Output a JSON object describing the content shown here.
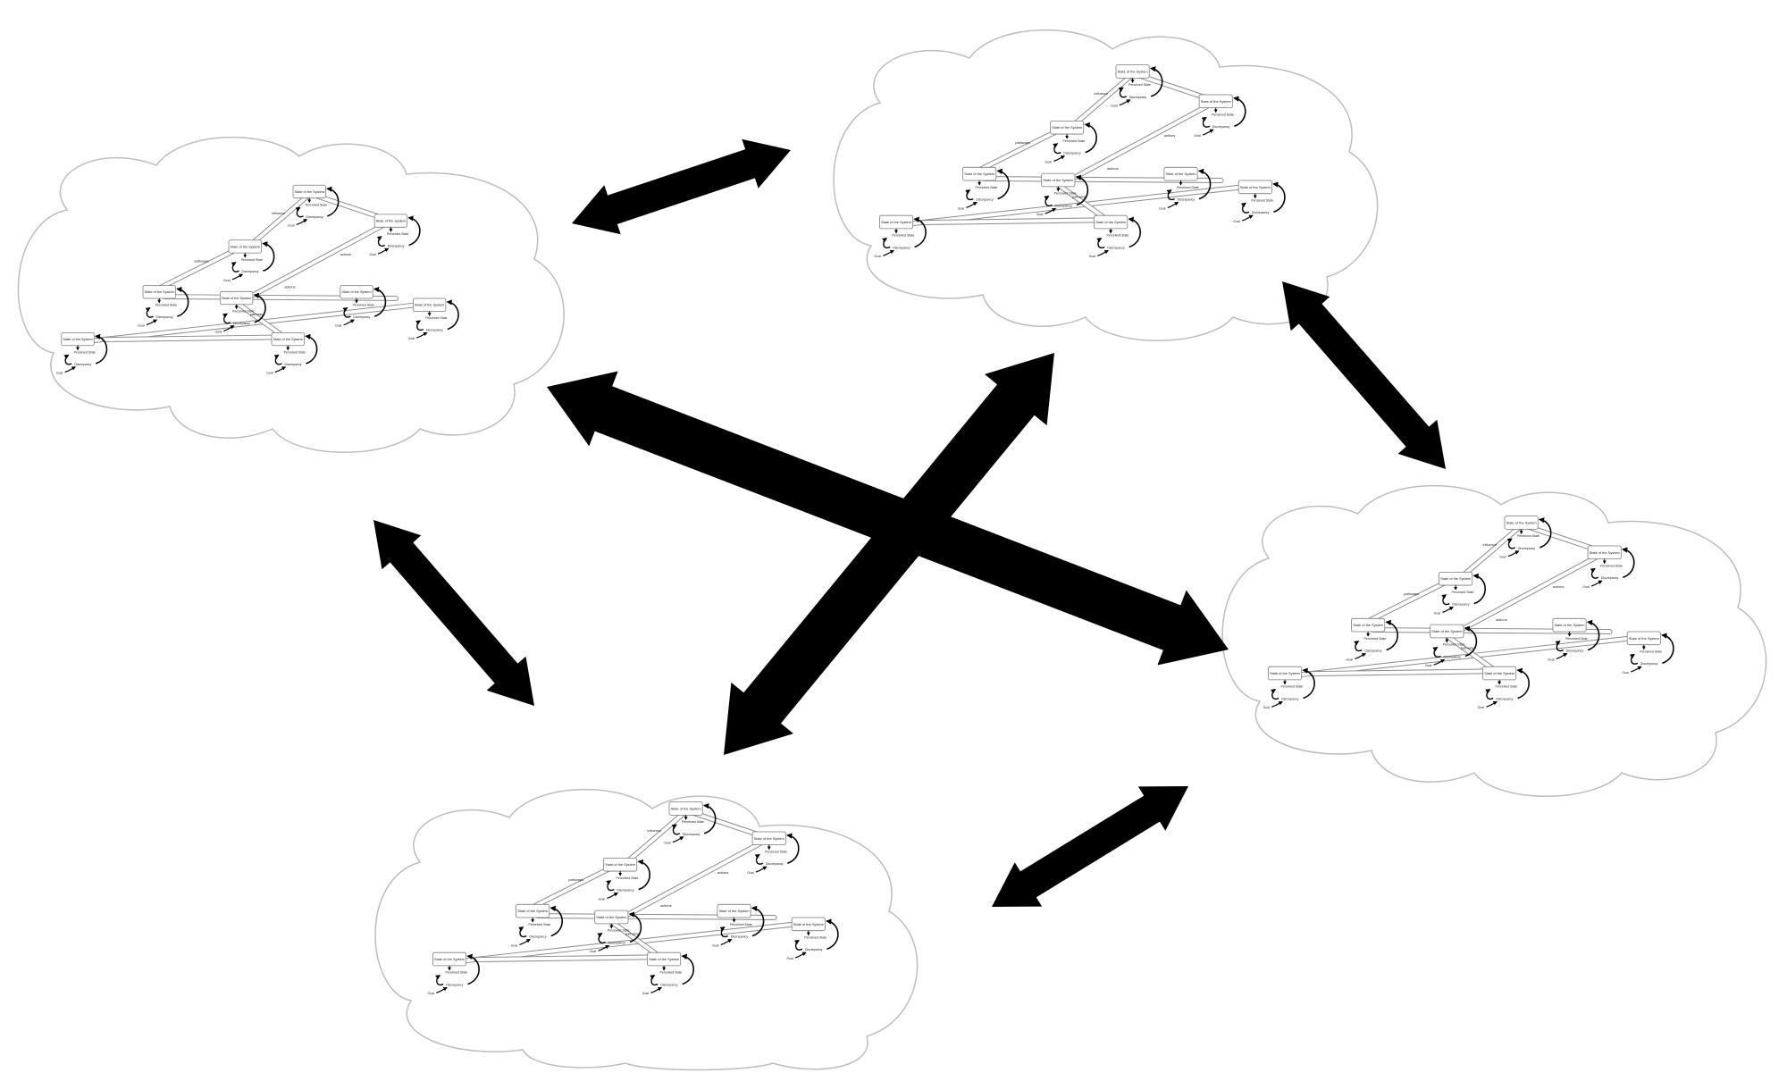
{
  "colors": {
    "arrow": "#000000",
    "cloud_stroke": "#bdbdbd",
    "box_stroke": "#7a7a7a",
    "text": "#222222"
  },
  "clouds": [
    {
      "id": "cloud-top-left"
    },
    {
      "id": "cloud-top-right"
    },
    {
      "id": "cloud-middle-right"
    },
    {
      "id": "cloud-bottom"
    }
  ],
  "mini_diagram": {
    "box_label": "State of the System",
    "perceived_label": "Perceived State",
    "discrepancy_label": "Discrepancy",
    "goal_label": "Goal",
    "link_labels": [
      "pathways",
      "actions",
      "influence"
    ]
  },
  "arrows": [
    {
      "id": "arrow-top-left-to-top-right"
    },
    {
      "id": "arrow-top-right-to-middle-right"
    },
    {
      "id": "arrow-top-left-to-bottom"
    },
    {
      "id": "arrow-bottom-to-middle-right"
    },
    {
      "id": "arrow-top-left-to-middle-right"
    },
    {
      "id": "arrow-bottom-to-center-right"
    }
  ]
}
